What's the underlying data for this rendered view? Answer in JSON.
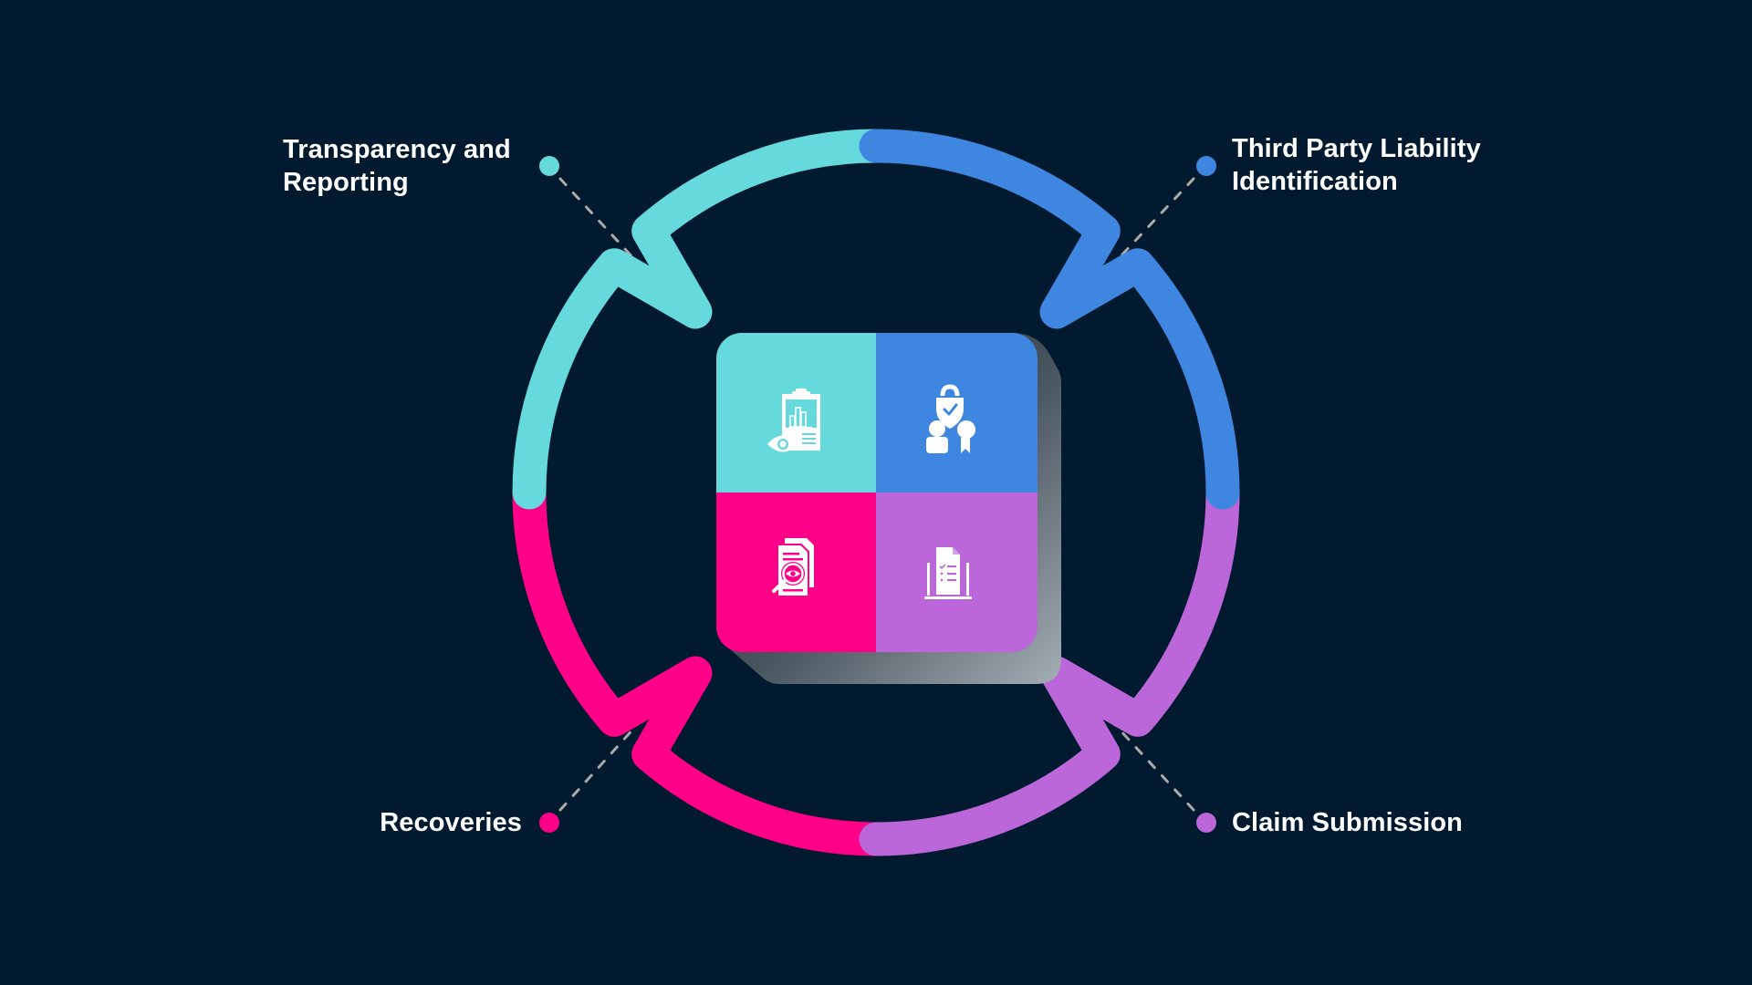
{
  "colors": {
    "background": "#021a2f",
    "teal": "#66d9dc",
    "blue": "#3e86e0",
    "pink": "#ff0088",
    "purple": "#bb66d9",
    "connector": "#a9a9a9"
  },
  "steps": [
    {
      "id": "transparency",
      "label_lines": [
        "Transparency and",
        "Reporting"
      ],
      "icon": "clipboard-chart-eye-icon",
      "color": "#66d9dc"
    },
    {
      "id": "third-party",
      "label_lines": [
        "Third Party Liability",
        "Identification"
      ],
      "icon": "lock-shield-person-award-icon",
      "color": "#3e86e0"
    },
    {
      "id": "claim-submission",
      "label_lines": [
        "Claim Submission"
      ],
      "icon": "laptop-checklist-document-icon",
      "color": "#bb66d9"
    },
    {
      "id": "recoveries",
      "label_lines": [
        "Recoveries"
      ],
      "icon": "document-magnifier-eye-icon",
      "color": "#ff0088"
    }
  ]
}
